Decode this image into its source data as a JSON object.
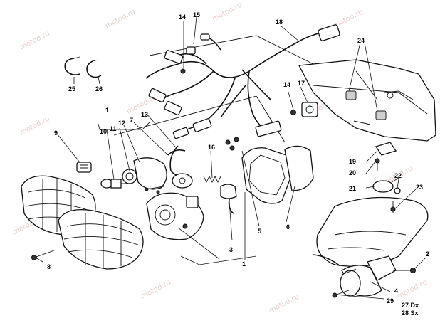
{
  "watermark": "motod.ru",
  "colors": {
    "ink": "#111111",
    "watermark": "#d9a3a3",
    "background": "#ffffff"
  },
  "callouts": {
    "c1a": "1",
    "c1b": "1",
    "c2": "2",
    "c3": "3",
    "c4": "4",
    "c5": "5",
    "c6": "6",
    "c7": "7",
    "c8": "8",
    "c9": "9",
    "c10": "10",
    "c11": "11",
    "c12": "12",
    "c13": "13",
    "c14a": "14",
    "c14b": "14",
    "c15": "15",
    "c16": "16",
    "c17": "17",
    "c18": "18",
    "c19": "19",
    "c20": "20",
    "c21": "21",
    "c22": "22",
    "c23": "23",
    "c24": "24",
    "c25": "25",
    "c26": "26",
    "c27": "27 Dx",
    "c28": "28 Sx",
    "c29": "29"
  }
}
